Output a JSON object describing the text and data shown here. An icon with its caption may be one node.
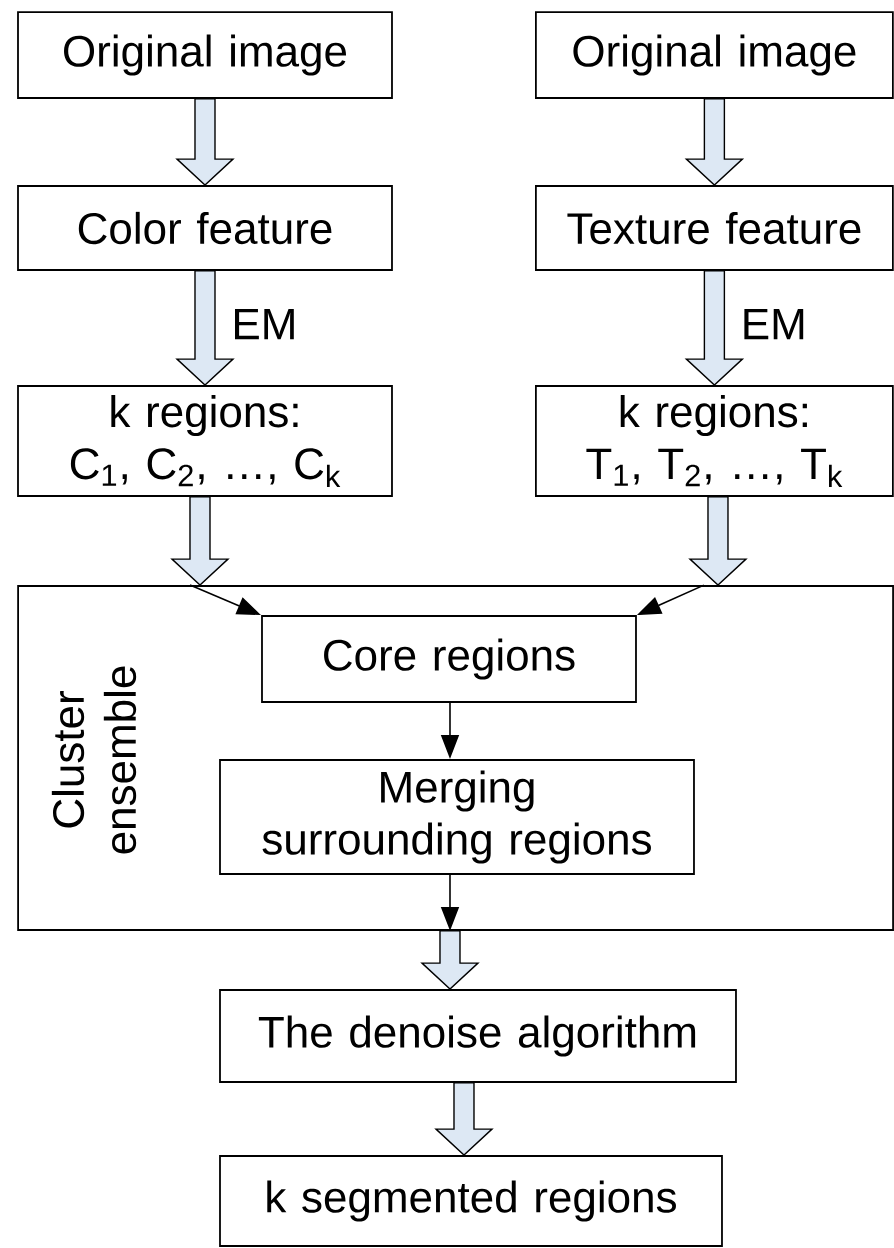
{
  "diagram": {
    "nodes": [
      {
        "text": [
          "Original image"
        ]
      },
      {
        "text": [
          "Original image"
        ]
      },
      {
        "text": [
          "Color feature"
        ]
      },
      {
        "text": [
          "Texture feature"
        ]
      },
      {
        "text": [
          "k regions:",
          "C$_{1}$, C$_{2}$, …, C$_{k}$"
        ]
      },
      {
        "text": [
          "k regions:",
          "T$_{1}$, T$_{2}$, …, T$_{k}$"
        ]
      },
      {
        "text": [
          "Cluster ensemble"
        ]
      },
      {
        "text": [
          "Core regions"
        ],
        "in": 6
      },
      {
        "text": [
          "Merging surrounding regions"
        ],
        "in": 6
      },
      {
        "text": [
          "The denoise algorithm"
        ]
      },
      {
        "text": [
          "k segmented regions"
        ]
      }
    ],
    "edges": [
      {
        "from": 0,
        "to": 2,
        "arrow": "to",
        "style": "thick"
      },
      {
        "from": 2,
        "to": 4,
        "arrow": "to",
        "style": "thick",
        "label": "EM"
      },
      {
        "from": 1,
        "to": 3,
        "arrow": "to",
        "style": "thick"
      },
      {
        "from": 3,
        "to": 5,
        "arrow": "to",
        "style": "thick",
        "label": "EM"
      },
      {
        "from": 4,
        "to": 6,
        "arrow": "to",
        "style": "thick"
      },
      {
        "from": 5,
        "to": 6,
        "arrow": "to",
        "style": "thick"
      },
      {
        "from": 6,
        "to": 7,
        "arrow": "to"
      },
      {
        "from": 6,
        "to": 7,
        "arrow": "to"
      },
      {
        "from": 7,
        "to": 8,
        "arrow": "to"
      },
      {
        "from": 8,
        "to": 6,
        "arrow": "to"
      },
      {
        "from": 6,
        "to": 9,
        "arrow": "to",
        "style": "thick"
      },
      {
        "from": 9,
        "to": 10,
        "arrow": "to",
        "style": "thick"
      }
    ]
  }
}
